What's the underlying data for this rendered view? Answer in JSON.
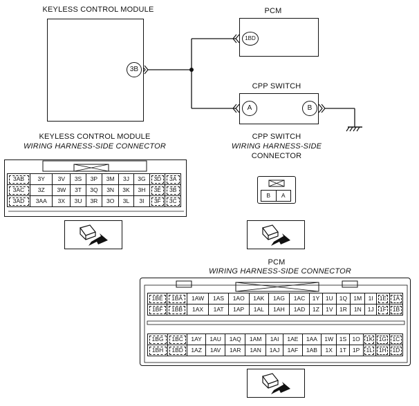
{
  "modules": {
    "kcm_title": "KEYLESS CONTROL MODULE",
    "pcm_title": "PCM",
    "cpp_title": "CPP SWITCH"
  },
  "pins": {
    "kcm_pin": "3B",
    "pcm_pin": "1BD",
    "cpp_pin_a": "A",
    "cpp_pin_b": "B"
  },
  "connectors": {
    "kcm_connector_title_1": "KEYLESS CONTROL MODULE",
    "kcm_connector_title_2": "WIRING HARNESS-SIDE CONNECTOR",
    "cpp_connector_title_1": "CPP SWITCH",
    "cpp_connector_title_2": "WIRING HARNESS-SIDE",
    "cpp_connector_title_3": "CONNECTOR",
    "pcm_connector_title_1": "PCM",
    "pcm_connector_title_2": "WIRING HARNESS-SIDE CONNECTOR"
  },
  "kcm_grid": [
    [
      "3AB",
      "3Y",
      "3V",
      "3S",
      "3P",
      "3M",
      "3J",
      "3G",
      "3D",
      "3A"
    ],
    [
      "3AC",
      "3Z",
      "3W",
      "3T",
      "3Q",
      "3N",
      "3K",
      "3H",
      "3E",
      "3B"
    ],
    [
      "3AD",
      "3AA",
      "3X",
      "3U",
      "3R",
      "3O",
      "3L",
      "3I",
      "3F",
      "3C"
    ]
  ],
  "cpp_grid": [
    [
      "B",
      "A"
    ]
  ],
  "pcm_grid_top": [
    [
      "1BE",
      "1BA",
      "1AW",
      "1AS",
      "1AO",
      "1AK",
      "1AG",
      "1AC",
      "1Y",
      "1U",
      "1Q",
      "1M",
      "1I",
      "1E",
      "1A"
    ],
    [
      "1BF",
      "1BB",
      "1AX",
      "1AT",
      "1AP",
      "1AL",
      "1AH",
      "1AD",
      "1Z",
      "1V",
      "1R",
      "1N",
      "1J",
      "1F",
      "1B"
    ]
  ],
  "pcm_grid_bottom": [
    [
      "1BG",
      "1BC",
      "1AY",
      "1AU",
      "1AQ",
      "1AM",
      "1AI",
      "1AE",
      "1AA",
      "1W",
      "1S",
      "1O",
      "1K",
      "1G",
      "1C"
    ],
    [
      "1BH",
      "1BD",
      "1AZ",
      "1AV",
      "1AR",
      "1AN",
      "1AJ",
      "1AF",
      "1AB",
      "1X",
      "1T",
      "1P",
      "1L",
      "1H",
      "1D"
    ]
  ]
}
